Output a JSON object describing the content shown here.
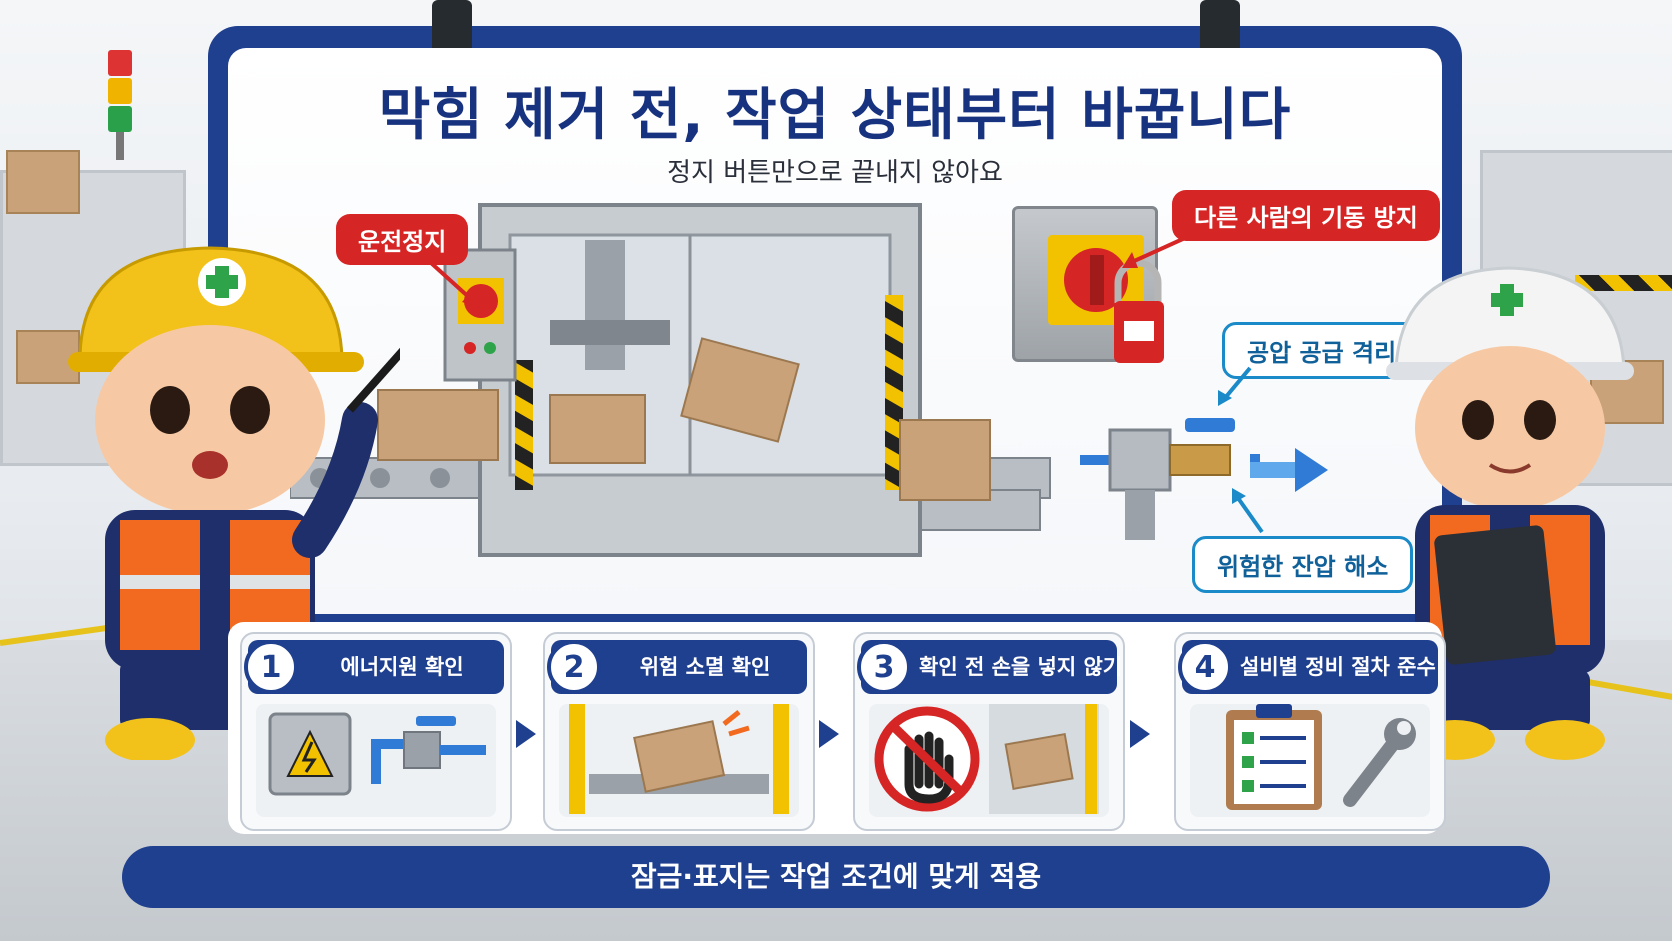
{
  "header": {
    "title": "막힘 제거 전, 작업 상태부터 바꿉니다",
    "subtitle": "정지 버튼만으로 끝내지 않아요"
  },
  "callouts": {
    "stop": "운전정지",
    "lockout": "다른 사람의 기동 방지",
    "air_isolation": "공압 공급 격리",
    "pressure_release": "위험한 잔압 해소"
  },
  "steps": [
    {
      "number": "1",
      "label": "에너지원 확인",
      "icons": [
        "electrical-box-icon",
        "air-valve-icon"
      ]
    },
    {
      "number": "2",
      "label": "위험 소멸 확인",
      "icons": [
        "jammed-box-icon"
      ]
    },
    {
      "number": "3",
      "label": "확인 전 손을 넣지 않기",
      "icons": [
        "no-hand-icon",
        "jammed-box-icon"
      ]
    },
    {
      "number": "4",
      "label": "설비별 정비 절차 준수",
      "icons": [
        "checklist-icon",
        "wrench-icon"
      ]
    }
  ],
  "footer": {
    "note": "잠금·표지는 작업 조건에 맞게 적용"
  },
  "colors": {
    "navy": "#1f3f8f",
    "title_navy": "#17327f",
    "alert_red": "#d62525",
    "info_blue": "#1a8ac8",
    "hazard_yellow": "#f2c200",
    "check_green": "#2fa34a"
  }
}
